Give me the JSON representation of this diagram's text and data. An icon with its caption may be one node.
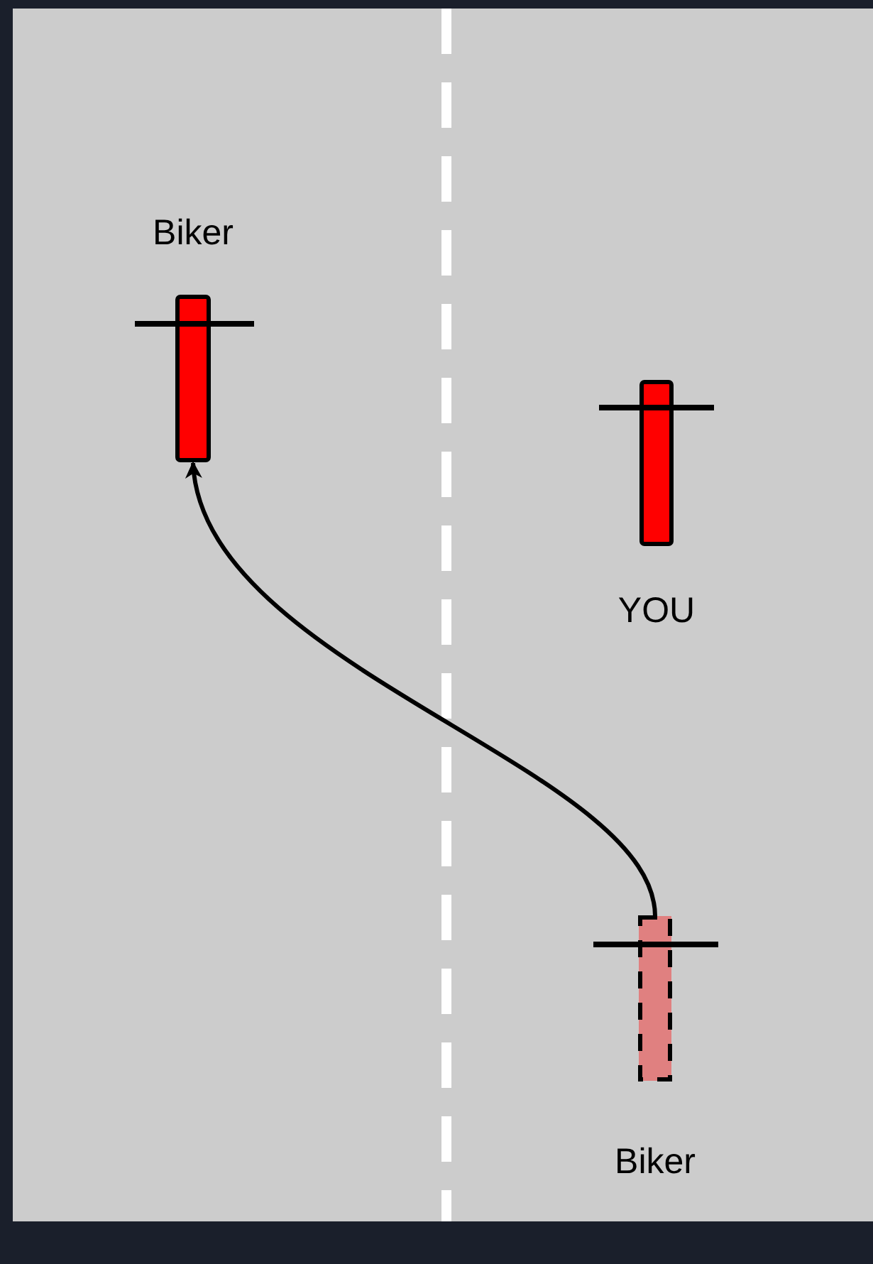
{
  "diagram": {
    "nodes": [
      {
        "text": [],
        "shape": "bar",
        "beside": [
          "Biker"
        ]
      },
      {
        "text": [],
        "shape": "bar",
        "beside": [
          "YOU"
        ]
      },
      {
        "text": [],
        "shape": "bar",
        "beside": [
          "Biker"
        ]
      }
    ],
    "edges": [
      {
        "from": 2,
        "to": 0,
        "arrow": "to"
      }
    ]
  }
}
